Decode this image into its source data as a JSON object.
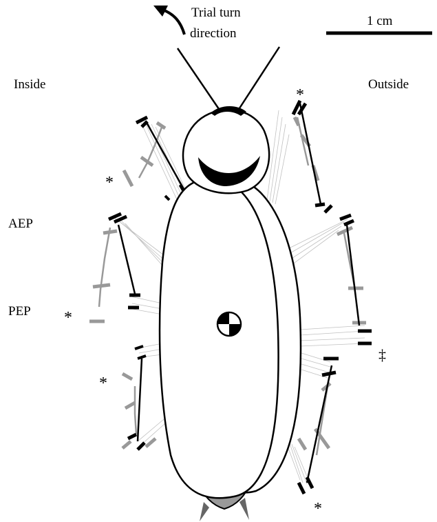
{
  "labels": {
    "turn_direction_line1": "Trial turn",
    "turn_direction_line2": "direction",
    "scale_bar": "1 cm",
    "inside": "Inside",
    "outside": "Outside",
    "aep": "AEP",
    "pep": "PEP"
  },
  "markers": {
    "asterisk": "*",
    "double_dagger": "‡"
  },
  "colors": {
    "stroke": "#000000",
    "body_fill": "#ffffff",
    "head_fill": "#000000",
    "trial_grey": "#999999",
    "abdomen_tip": "#999999",
    "fan_lines": "#bbbbbb"
  }
}
